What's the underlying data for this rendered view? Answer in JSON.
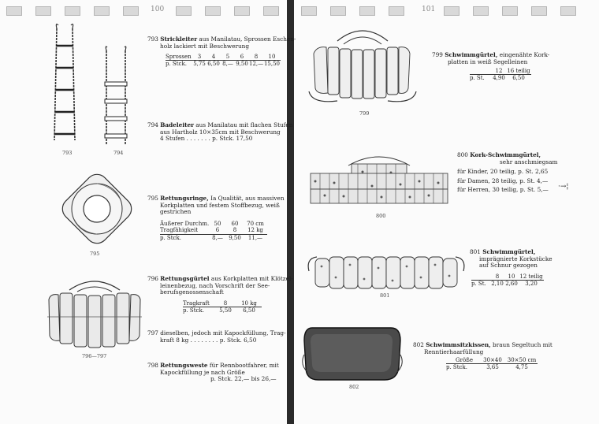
{
  "header": {
    "page_left_number": "100",
    "page_right_number": "101",
    "right_edge_mark": "·→¦"
  },
  "items": {
    "i793": {
      "number": "793",
      "title": "Strickleiter",
      "desc1": "aus Manilatau, Sprossen Eschen-",
      "desc2": "holz lackiert mit Beschwerung",
      "table": {
        "header": [
          "Sprossen",
          "3",
          "4",
          "5",
          "6",
          "8",
          "10"
        ],
        "row": [
          "p. Stck.",
          "5,75",
          "6,50",
          "8,—",
          "9,50",
          "12,—",
          "15,50"
        ]
      },
      "caption": "793"
    },
    "i794": {
      "number": "794",
      "title": "Badeleiter",
      "desc1": "aus Manilatau mit flachen Stufen",
      "desc2": "aus Hartholz 10×35cm mit Beschwerung",
      "desc3": "4 Stufen . . . . . . . p. Stck. 17,50",
      "caption": "794"
    },
    "i795": {
      "number": "795",
      "title": "Rettungsringe,",
      "desc1": "Ia Qualität, aus massiven",
      "desc2": "Korkplatten und festem Stoffbezug, weiß",
      "desc3": "gestrichen",
      "table": {
        "r1": [
          "Äußerer Durchm.",
          "50",
          "60",
          "70 cm"
        ],
        "r2": [
          "Tragfähigkeit",
          "6",
          "8",
          "12 kg"
        ],
        "r3": [
          "p. Stck.",
          "8,—",
          "9,50",
          "11,—"
        ]
      },
      "caption": "795"
    },
    "i796": {
      "number": "796",
      "title": "Rettungsgürtel",
      "desc1": "aus Korkplatten mit Klötzel-",
      "desc2": "leinenbezug, nach Vorschrift der See-",
      "desc3": "berufsgenossenschaft",
      "table": {
        "r1": [
          "Tragkraft",
          "8",
          "10 kg"
        ],
        "r2": [
          "p. Stck.",
          "5,50",
          "6,50"
        ]
      },
      "caption": "796—797"
    },
    "i797": {
      "number": "797",
      "desc1": "dieselben, jedoch mit Kapockfüllung, Trag-",
      "desc2": "kraft 8 kg . . . . . . . . p. Stck. 6,50"
    },
    "i798": {
      "number": "798",
      "title": "Rettungsweste",
      "desc1": "für Rennbootfahrer, mit",
      "desc2": "Kapockfüllung je nach Größe",
      "desc3": "p. Stck. 22,— bis 26,—"
    },
    "i799": {
      "number": "799",
      "title": "Schwimmgürtel,",
      "desc1": "eingenähte Kork-",
      "desc2": "platten in weiß Segelleinen",
      "table": {
        "header": [
          "12",
          "16 teilig"
        ],
        "row": [
          "p. St.",
          "4,90",
          "6,50"
        ]
      },
      "caption": "799"
    },
    "i800": {
      "number": "800",
      "title": "Kork-Schwimmgürtel,",
      "desc1": "sehr anschmiegsam",
      "desc2": "für Kinder, 20 teilig, p. St. 2,65",
      "desc3": "für Damen, 28 teilig, p. St. 4,—",
      "desc4": "für Herren, 30 teilig, p. St. 5,—",
      "caption": "800"
    },
    "i801": {
      "number": "801",
      "title": "Schwimmgürtel,",
      "desc1": "imprägnierte Korkstücke",
      "desc2": "auf Schnur gezogen",
      "table": {
        "header": [
          "8",
          "10",
          "12 teilig"
        ],
        "row": [
          "p. St.",
          "2,10",
          "2,60",
          "3,20"
        ]
      },
      "caption": "801"
    },
    "i802": {
      "number": "802",
      "title": "Schwimmsitzkissen,",
      "desc1": "braun Segeltuch mit",
      "desc2": "Renntierhaarfüllung",
      "table": {
        "header": [
          "Größe",
          "30×40",
          "30×50 cm"
        ],
        "row": [
          "p. Stck.",
          "3,65",
          "4,75"
        ]
      },
      "caption": "802"
    }
  }
}
